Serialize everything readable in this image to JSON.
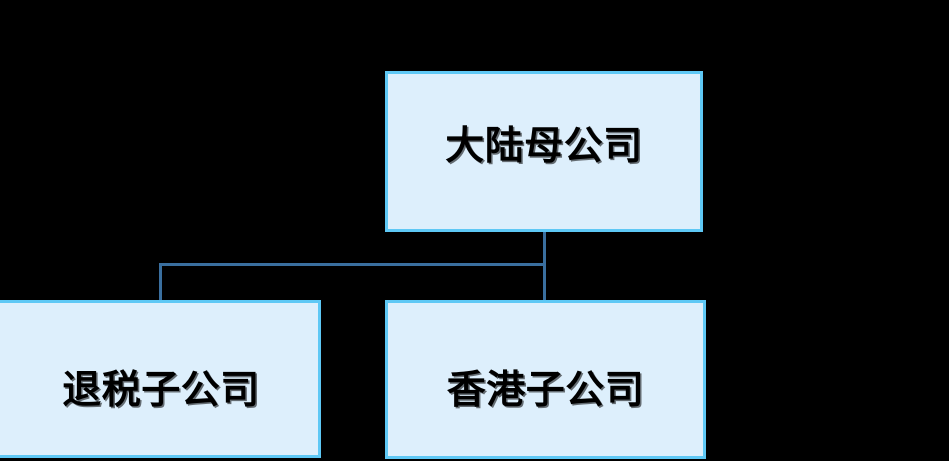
{
  "diagram": {
    "type": "org-chart",
    "background_color": "#000000",
    "node_fill_color": "#ddeffc",
    "node_border_color": "#5ec8f5",
    "connector_color": "#3a6f9f",
    "text_color": "#000000",
    "nodes": [
      {
        "id": "parent",
        "label": "大陆母公司",
        "role": "parent"
      },
      {
        "id": "child-left",
        "label": "退税子公司",
        "role": "child"
      },
      {
        "id": "child-right",
        "label": "香港子公司",
        "role": "child"
      }
    ],
    "edges": [
      {
        "from": "parent",
        "to": "child-left"
      },
      {
        "from": "parent",
        "to": "child-right"
      }
    ]
  }
}
